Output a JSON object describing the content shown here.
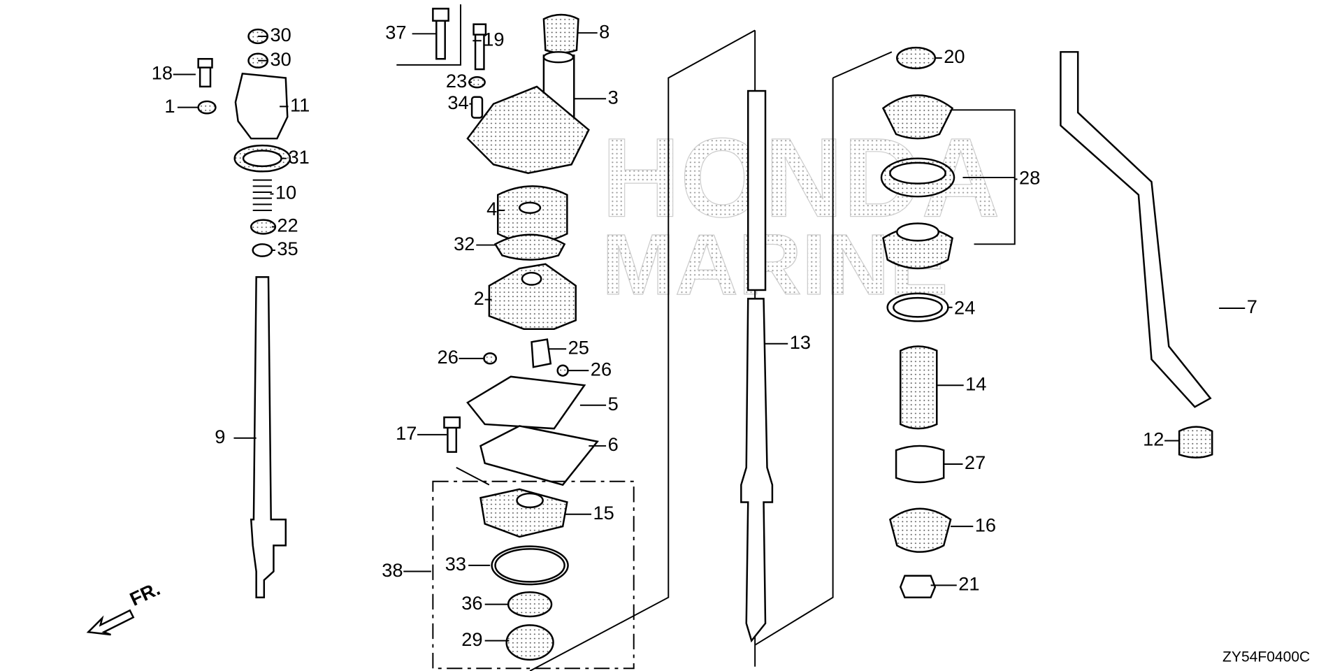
{
  "diagram": {
    "code": "ZY54F0400C",
    "watermark": "HONDA MARINE",
    "front_indicator": "FR."
  },
  "callouts": [
    {
      "num": "30"
    },
    {
      "num": "30"
    },
    {
      "num": "18"
    },
    {
      "num": "1"
    },
    {
      "num": "11"
    },
    {
      "num": "31"
    },
    {
      "num": "10"
    },
    {
      "num": "22"
    },
    {
      "num": "35"
    },
    {
      "num": "9"
    },
    {
      "num": "37"
    },
    {
      "num": "19"
    },
    {
      "num": "8"
    },
    {
      "num": "23"
    },
    {
      "num": "34"
    },
    {
      "num": "3"
    },
    {
      "num": "4"
    },
    {
      "num": "32"
    },
    {
      "num": "2"
    },
    {
      "num": "26"
    },
    {
      "num": "25"
    },
    {
      "num": "26"
    },
    {
      "num": "5"
    },
    {
      "num": "17"
    },
    {
      "num": "6"
    },
    {
      "num": "15"
    },
    {
      "num": "38"
    },
    {
      "num": "33"
    },
    {
      "num": "36"
    },
    {
      "num": "29"
    },
    {
      "num": "13"
    },
    {
      "num": "20"
    },
    {
      "num": "28"
    },
    {
      "num": "24"
    },
    {
      "num": "14"
    },
    {
      "num": "27"
    },
    {
      "num": "16"
    },
    {
      "num": "21"
    },
    {
      "num": "7"
    },
    {
      "num": "12"
    }
  ]
}
